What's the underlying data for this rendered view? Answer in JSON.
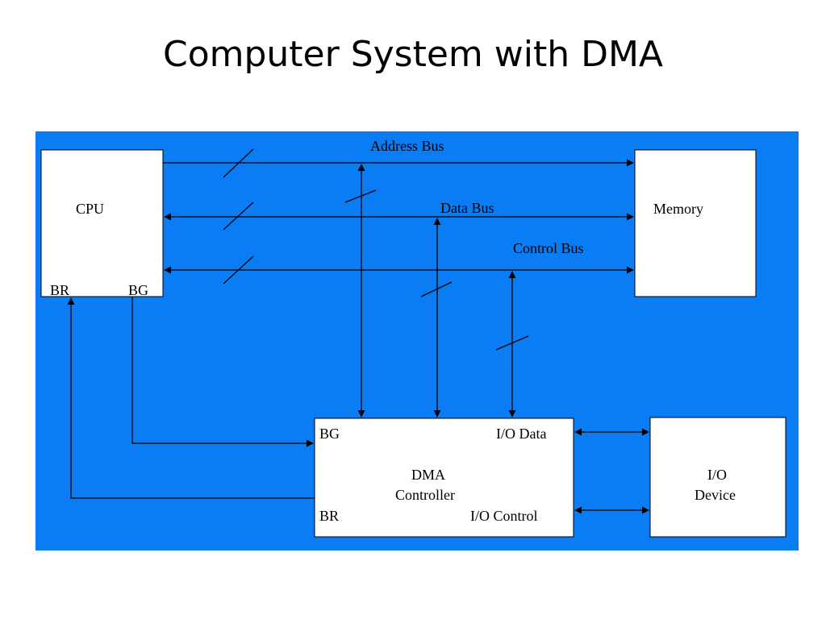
{
  "title": "Computer System with DMA",
  "colors": {
    "diagram_background": "#0a7df4",
    "box_fill": "#ffffff",
    "line": "#000000"
  },
  "boxes": {
    "cpu": {
      "label": "CPU",
      "br": "BR",
      "bg": "BG"
    },
    "memory": {
      "label": "Memory"
    },
    "dma": {
      "line1": "DMA",
      "line2": "Controller",
      "bg": "BG",
      "br": "BR",
      "io_data": "I/O Data",
      "io_control": "I/O Control"
    },
    "io_device": {
      "line1": "I/O",
      "line2": "Device"
    }
  },
  "buses": {
    "address": "Address Bus",
    "data": "Data Bus",
    "control": "Control Bus"
  }
}
